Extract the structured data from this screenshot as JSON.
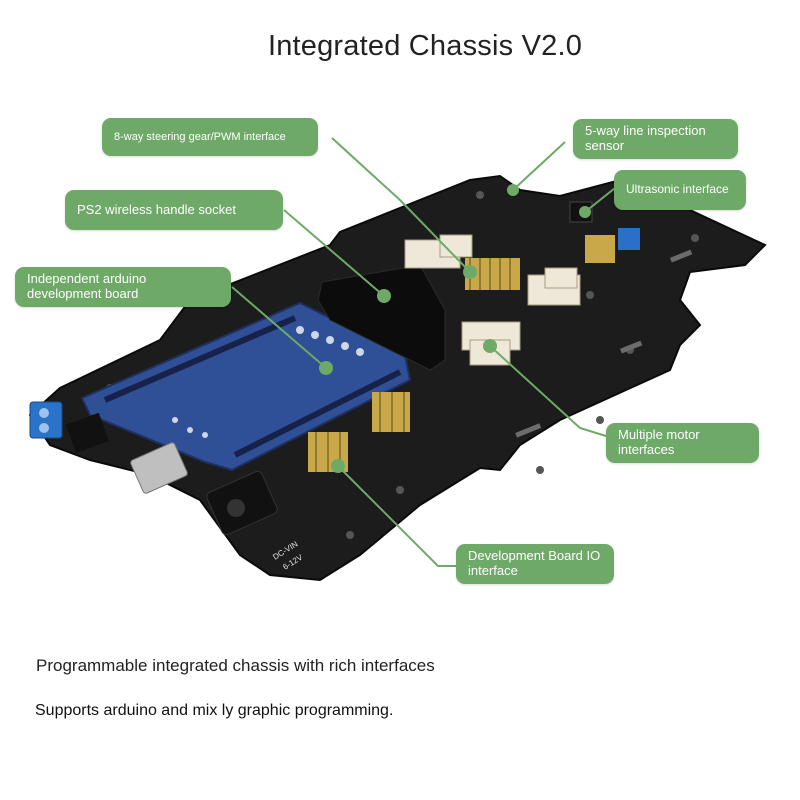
{
  "title": "Integrated Chassis V2.0",
  "callouts": {
    "steering": "8-way steering gear/PWM interface",
    "line_sensor": "5-way line inspection sensor",
    "ultrasonic": "Ultrasonic interface",
    "ps2": "PS2 wireless handle socket",
    "arduino": "Independent arduino development board",
    "motor": "Multiple motor interfaces",
    "io": "Development Board IO interface"
  },
  "pcb_silkscreen": {
    "dc_vin": "DC-VIN",
    "voltage": "6-12V"
  },
  "description": {
    "line1": "Programmable integrated chassis with rich interfaces",
    "line2": "Supports arduino and mix ly graphic programming."
  },
  "colors": {
    "label_bg": "#6ea968",
    "leader_line": "#6ea968",
    "pcb": "#1c1c1c",
    "arduino_board": "#2f4f96"
  }
}
